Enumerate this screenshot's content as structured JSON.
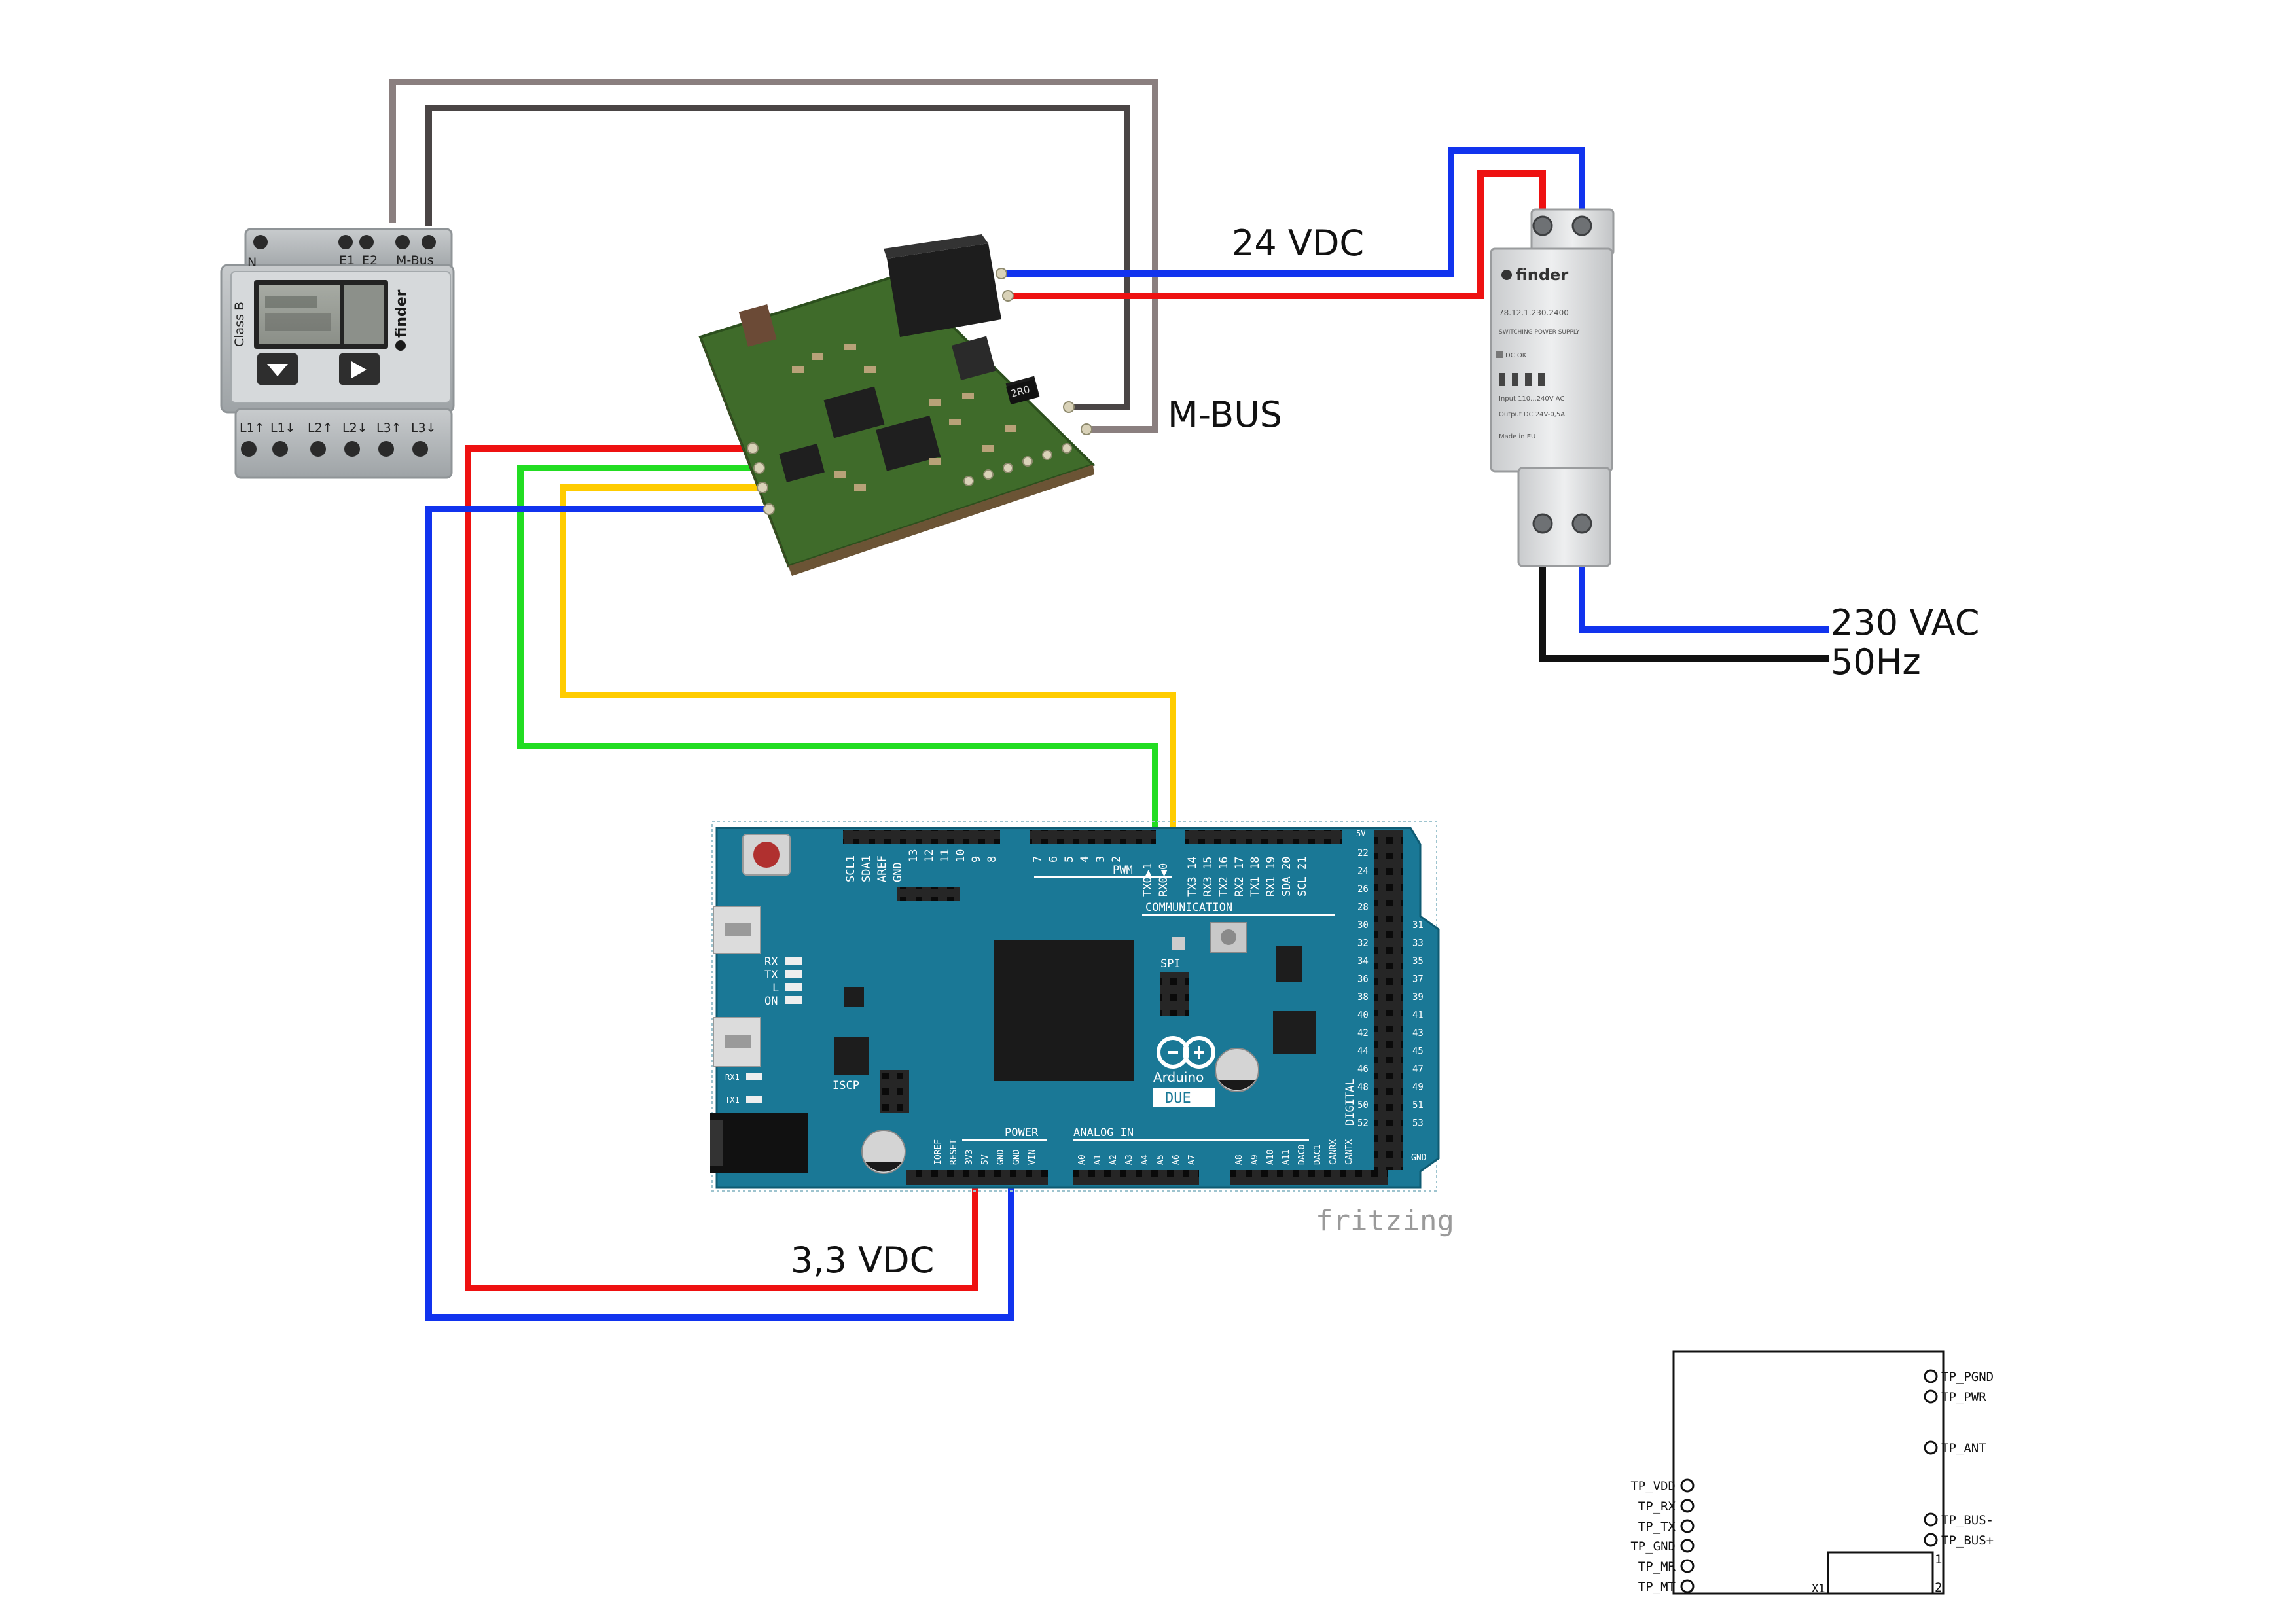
{
  "labels": {
    "v24": "24 VDC",
    "mbus": "M-BUS",
    "vac": "230 VAC",
    "hz": "50Hz",
    "v33": "3,3 VDC",
    "fritzing": "fritzing"
  },
  "meter": {
    "brand": "finder",
    "top_terminals": [
      "N",
      "E1",
      "E2",
      "M-Bus"
    ],
    "bottom_terminals": [
      "L1↑",
      "L1↓",
      "L2↑",
      "L2↓",
      "L3↑",
      "L3↓"
    ],
    "side_text": "Class B"
  },
  "psu": {
    "brand": "finder",
    "model": "78.12.1.230.2400",
    "type": "SWITCHING POWER SUPPLY",
    "status": "DC OK",
    "input": "Input 110...240V AC",
    "output": "Output DC 24V-0,5A",
    "origin": "Made in EU"
  },
  "pcb": {
    "resistor": "2R0"
  },
  "arduino": {
    "name": "Arduino",
    "model": "DUE",
    "top_pins_a": [
      "SCL1",
      "SDA1",
      "AREF",
      "GND",
      "13",
      "12",
      "11",
      "10",
      "9",
      "8"
    ],
    "top_pins_b": [
      "7",
      "6",
      "5",
      "4",
      "3",
      "2",
      "TX0▶1",
      "RX0◀0"
    ],
    "top_pins_c": [
      "TX3 14",
      "RX3 15",
      "TX2 16",
      "RX2 17",
      "TX1 18",
      "RX1 19",
      "SDA 20",
      "SCL 21"
    ],
    "pwm": "PWM",
    "communication": "COMMUNICATION",
    "spi": "SPI",
    "iscp": "ISCP",
    "leds": [
      "RX",
      "TX",
      "L",
      "ON"
    ],
    "rx1": "RX1",
    "tx1": "TX1",
    "power": "POWER",
    "power_pins": [
      "IOREF",
      "RESET",
      "3V3",
      "5V",
      "GND",
      "GND",
      "VIN"
    ],
    "analog": "ANALOG IN",
    "analog_pins": [
      "A0",
      "A1",
      "A2",
      "A3",
      "A4",
      "A5",
      "A6",
      "A7",
      "A8",
      "A9",
      "A10",
      "A11",
      "DAC0",
      "DAC1",
      "CANRX",
      "CANTX"
    ],
    "digital": "DIGITAL",
    "digital_pins_left": [
      "22",
      "24",
      "26",
      "28",
      "30",
      "32",
      "34",
      "36",
      "38",
      "40",
      "42",
      "44",
      "46",
      "48",
      "50",
      "52"
    ],
    "digital_pins_right": [
      "31",
      "33",
      "35",
      "37",
      "39",
      "41",
      "43",
      "45",
      "47",
      "49",
      "51",
      "53"
    ],
    "gnd": "GND",
    "five_v": "5V"
  },
  "module": {
    "left_pins": [
      "TP_VDD",
      "TP_RX",
      "TP_TX",
      "TP_GND",
      "TP_MR",
      "TP_MT"
    ],
    "right_pins": [
      "TP_PGND",
      "TP_PWR",
      "TP_ANT",
      "TP_BUS-",
      "TP_BUS+"
    ],
    "x1": "X1",
    "x1_pins": [
      "1",
      "2"
    ]
  },
  "colors": {
    "red": "#ee1111",
    "blue": "#1133ee",
    "green": "#22dd22",
    "yellow": "#ffcc00",
    "grey_wire": "#8a7f7f",
    "dark_wire": "#4a4545",
    "black": "#111111",
    "arduino_teal": "#1a7896",
    "pcb_green": "#3f6b2a"
  }
}
